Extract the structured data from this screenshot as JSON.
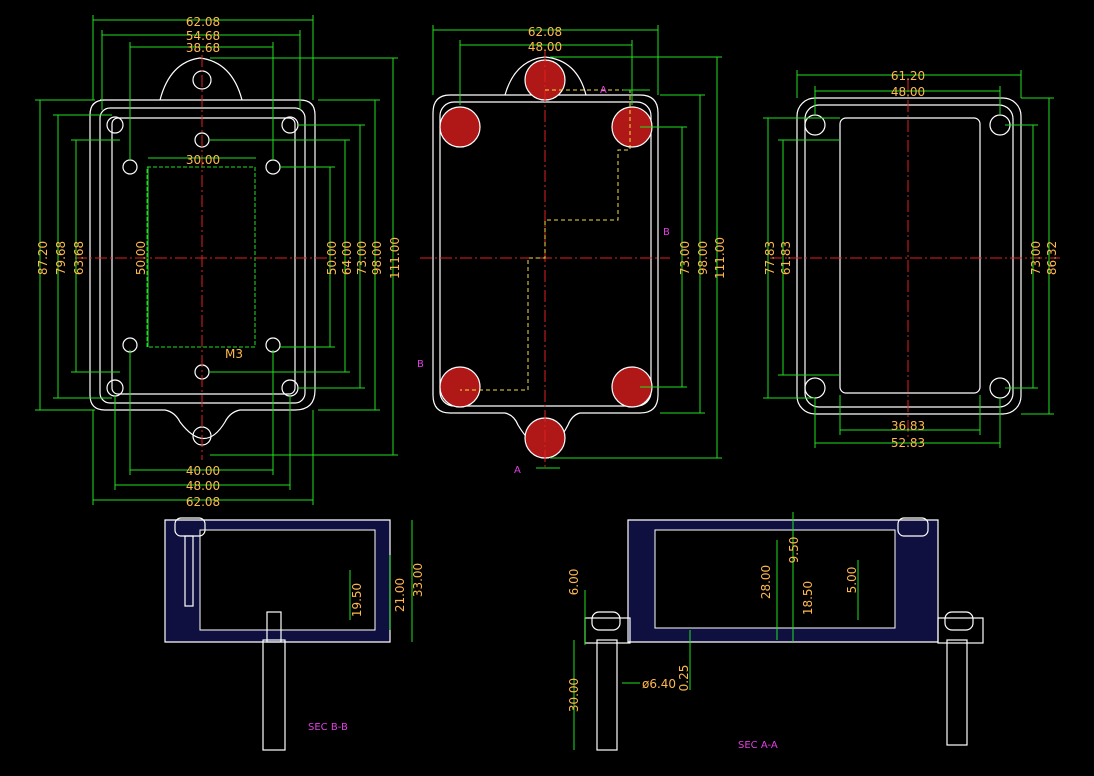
{
  "views": {
    "top": {
      "dims_h": [
        "62.08",
        "54.68",
        "38.68",
        "30.00",
        "40.00",
        "48.00",
        "62.08"
      ],
      "dims_v_left": [
        "87.20",
        "79.68",
        "63.68"
      ],
      "dims_v_inner": "50.00",
      "dims_v_right": [
        "50.00",
        "64.00",
        "73.00",
        "98.00",
        "111.00"
      ],
      "thread": "M3"
    },
    "mid": {
      "dims_h": [
        "62.08",
        "48.00"
      ],
      "dims_v_right": [
        "73.00",
        "98.00",
        "111.00"
      ],
      "marks": {
        "a_top": "A",
        "a_bottom": "A",
        "b_left": "B",
        "b_right": "B"
      }
    },
    "right": {
      "dims_h": [
        "61.20",
        "48.00",
        "36.83",
        "52.83"
      ],
      "dims_v_left": [
        "77.83",
        "61.83"
      ],
      "dims_v_right": [
        "73.00",
        "86.32"
      ]
    },
    "sec_bb": {
      "dims": [
        "19.50",
        "21.00",
        "33.00"
      ],
      "label": "SEC B-B"
    },
    "sec_aa": {
      "dims": [
        "6.00",
        "9.50",
        "28.00",
        "18.50",
        "5.00",
        "30.00",
        "ø6.40",
        "0.25"
      ],
      "label": "SEC A-A"
    }
  }
}
